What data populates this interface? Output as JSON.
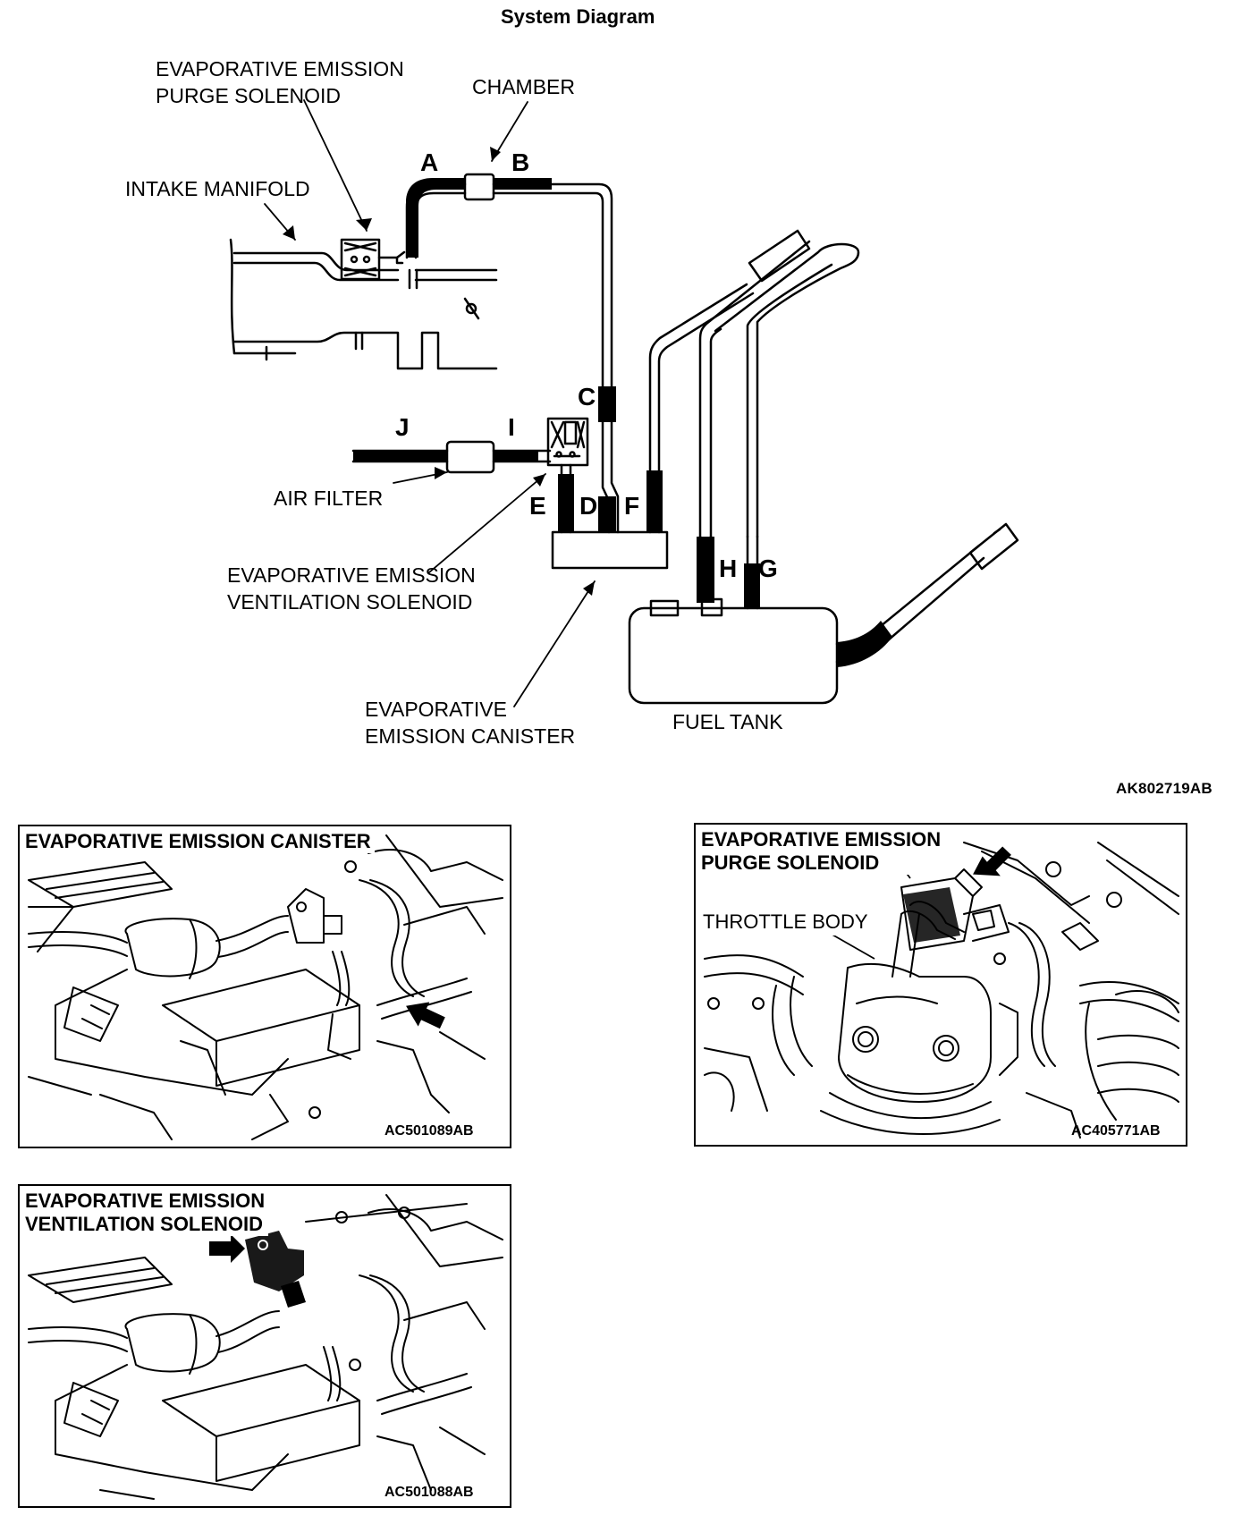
{
  "title": "System Diagram",
  "diagram": {
    "labels": {
      "purge_solenoid": [
        "EVAPORATIVE EMISSION",
        "PURGE SOLENOID"
      ],
      "chamber": "CHAMBER",
      "intake_manifold": "INTAKE MANIFOLD",
      "air_filter": "AIR FILTER",
      "ventilation_solenoid": [
        "EVAPORATIVE EMISSION",
        "VENTILATION SOLENOID"
      ],
      "canister": [
        "EVAPORATIVE",
        "EMISSION CANISTER"
      ],
      "fuel_tank": "FUEL TANK"
    },
    "hose_letters": [
      "A",
      "B",
      "C",
      "D",
      "E",
      "F",
      "G",
      "H",
      "I",
      "J"
    ],
    "code": "AK802719AB"
  },
  "panels": [
    {
      "title": [
        "EVAPORATIVE EMISSION CANISTER"
      ],
      "code": "AC501089AB"
    },
    {
      "title": [
        "EVAPORATIVE EMISSION",
        "PURGE SOLENOID"
      ],
      "sublabel": "THROTTLE BODY",
      "code": "AC405771AB"
    },
    {
      "title": [
        "EVAPORATIVE EMISSION",
        "VENTILATION SOLENOID"
      ],
      "code": "AC501088AB"
    }
  ]
}
